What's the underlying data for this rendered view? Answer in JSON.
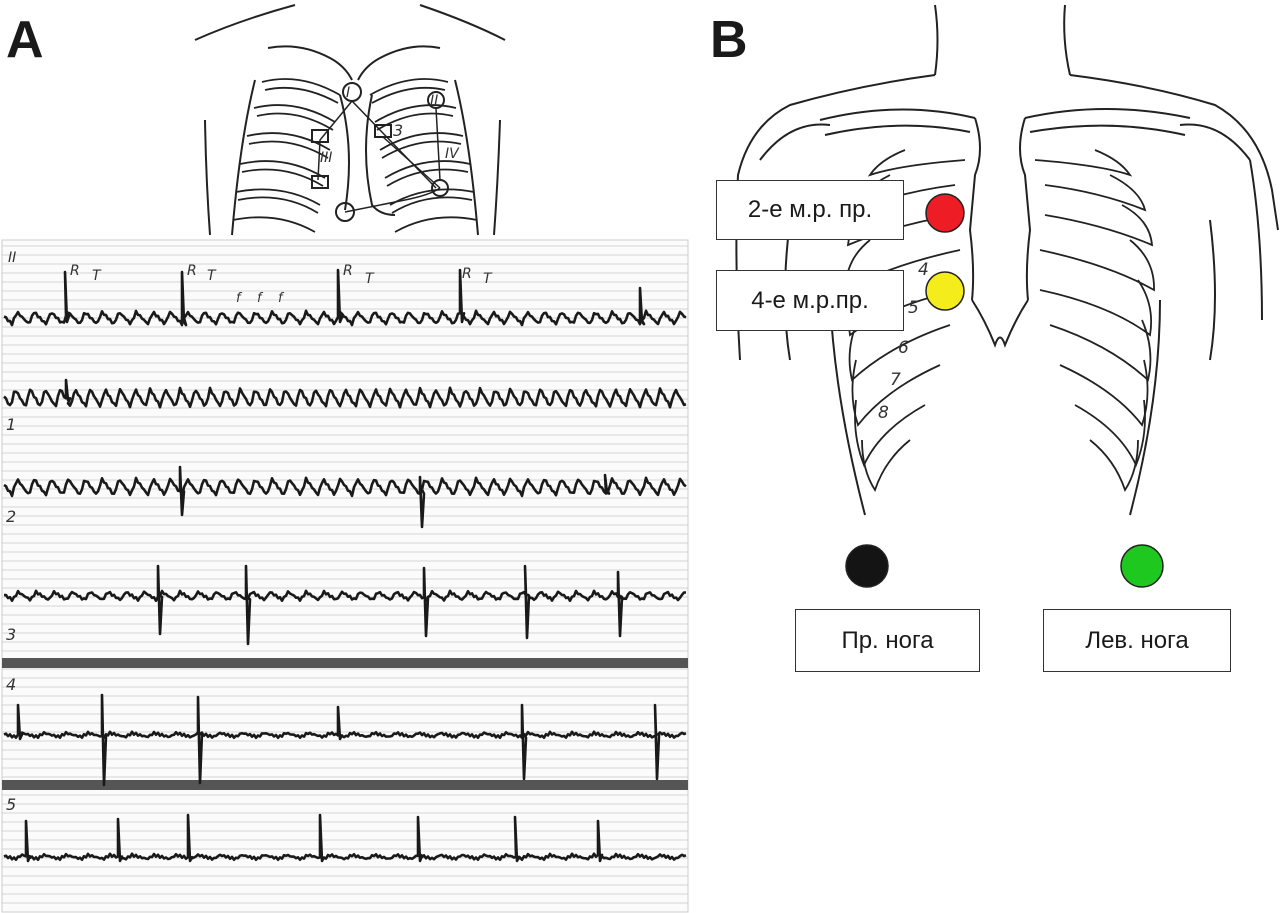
{
  "panels": {
    "a_letter": "A",
    "b_letter": "B"
  },
  "panel_a": {
    "lead_marks": [
      "II",
      "1",
      "2",
      "3",
      "4",
      "5"
    ],
    "wave_marks": [
      "R",
      "T",
      "R",
      "T",
      "R",
      "T",
      "R",
      "T"
    ],
    "flutter_marks": [
      "f",
      "f",
      "f"
    ],
    "electrode_marks": [
      "I",
      "II",
      "III",
      "IV",
      "3"
    ]
  },
  "panel_b": {
    "labels": {
      "right_2nd_ics": "2-е м.р. пр.",
      "right_4th_ics": "4-е м.р.пр.",
      "right_leg": "Пр. нога",
      "left_leg": "Лев. нога"
    },
    "rib_numbers": [
      "4",
      "5",
      "6",
      "7",
      "8"
    ],
    "electrode_colors": {
      "red": "#ee1c24",
      "yellow": "#f5ec1b",
      "black": "#141414",
      "green": "#1ec81e"
    }
  }
}
